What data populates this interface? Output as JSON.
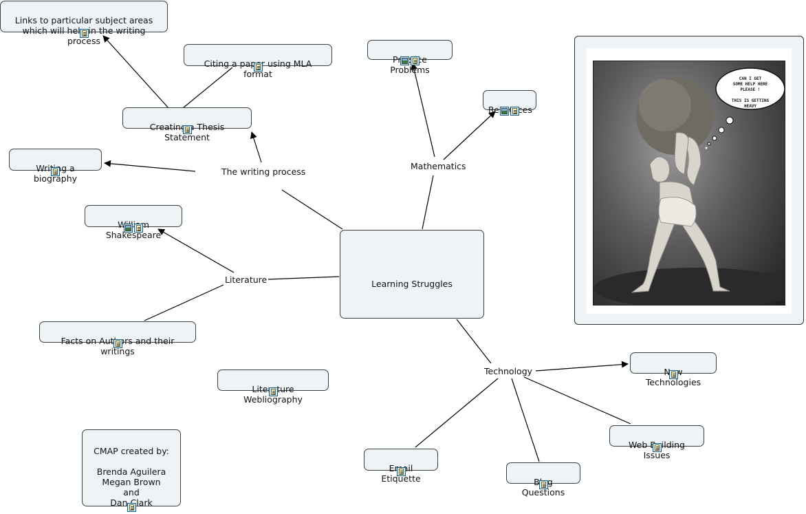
{
  "center": {
    "label": "Learning Struggles"
  },
  "phrases": {
    "writing_process": "The writing process",
    "mathematics": "Mathematics",
    "literature": "Literature",
    "technology": "Technology"
  },
  "concepts": {
    "links_subject_areas": "Links to particular subject areas\nwhich will help in the writing process",
    "citing_mla": "Citing a paper using MLA format",
    "thesis_statement": "Creating a Thesis Statement",
    "writing_biography": "Writing a biography",
    "shakespeare": "William Shakespeare",
    "facts_authors": "Facts on Authors and their writings",
    "lit_webliography": "Literature Webliography",
    "cmap_credits": "CMAP created by:\n\nBrenda Aguilera\nMegan Brown\nand\nDan Clark",
    "practice_problems": "Practice Problems",
    "resources": "Resources",
    "new_technologies": "New Technologies",
    "web_building": "Web Building Issues",
    "email_etiquette": "Email Etiquette",
    "blog_questions": "Blog Questions"
  },
  "image": {
    "caption_bubble": "CAN I GET\nSOME HELP HERE\nPLEASE !\n\nTHIS IS GETTING\nHEAVY",
    "icon": "photo-of-man-carrying-boulder"
  },
  "icons": {
    "document": "document-icon",
    "image": "image-icon"
  },
  "colors": {
    "node_fill": "#eef4f6",
    "node_border": "#3a3f44",
    "line": "#000000"
  }
}
